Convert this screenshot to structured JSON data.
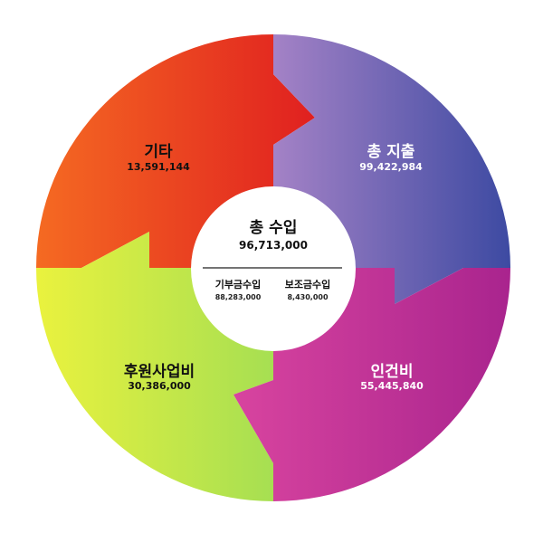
{
  "center": {
    "title": "총 수입",
    "total": "96,713,000",
    "items": [
      {
        "label": "기부금수입",
        "value": "88,283,000"
      },
      {
        "label": "보조금수입",
        "value": "8,430,000"
      }
    ]
  },
  "segments": {
    "etc": {
      "label": "기타",
      "value": "13,591,144"
    },
    "expense": {
      "label": "총 지출",
      "value": "99,422,984"
    },
    "sponsor": {
      "label": "후원사업비",
      "value": "30,386,000"
    },
    "personnel": {
      "label": "인건비",
      "value": "55,445,840"
    }
  },
  "colors": {
    "etc": [
      "#f56a22",
      "#e02020"
    ],
    "expense": [
      "#a482c6",
      "#3d4aa2"
    ],
    "sponsor": [
      "#eaf23e",
      "#a6df52"
    ],
    "personnel": [
      "#d8449f",
      "#a9248e"
    ]
  }
}
